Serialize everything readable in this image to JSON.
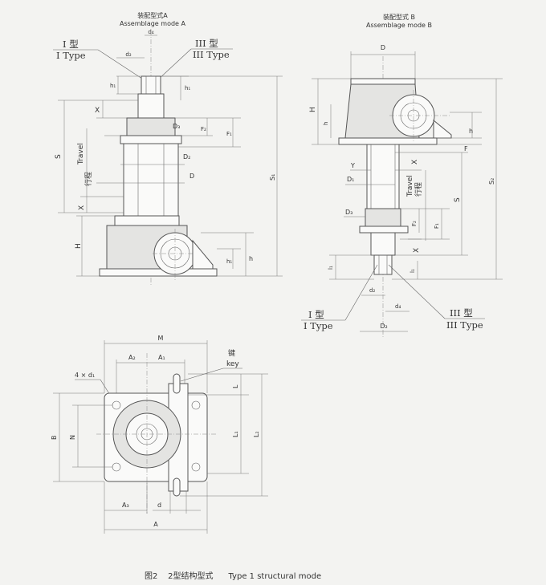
{
  "modeA": {
    "cn": "装配型式A",
    "en": "Assemblage mode A"
  },
  "modeB": {
    "cn": "装配型式 B",
    "en": "Assemblage mode B"
  },
  "typeI": {
    "cn": "I 型",
    "en": "I  Type"
  },
  "typeIII": {
    "cn": "III 型",
    "en": "III Type"
  },
  "travel": {
    "cn": "行程",
    "en": "Travel"
  },
  "key": {
    "cn": "键",
    "en": "key"
  },
  "dims": {
    "d4": "d₄",
    "d2": "d₂",
    "h1": "h₁",
    "X": "X",
    "S": "S",
    "D3": "D₃",
    "D2": "D₂",
    "D": "D",
    "F2": "F₂",
    "F1": "F₁",
    "S1": "S₁",
    "S2": "S₂",
    "H": "H",
    "h": "h",
    "F": "F",
    "Y": "Y",
    "D1": "D₁",
    "M": "M",
    "A2": "A₂",
    "A1": "A₁",
    "holes": "4 × d₁",
    "L": "L",
    "B": "B",
    "N": "N",
    "L1": "L₁",
    "L2": "L₂",
    "A3": "A₃",
    "d": "d",
    "A": "A",
    "l1": "l₁"
  },
  "caption": "图2    2型结构型式      Type 1 structural mode"
}
